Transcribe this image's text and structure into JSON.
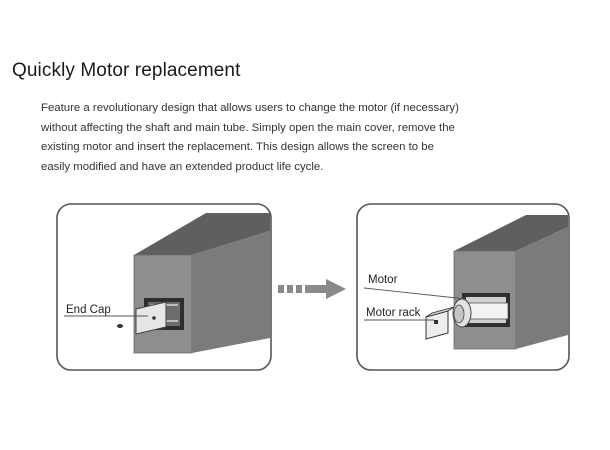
{
  "title": "Quickly Motor replacement",
  "description": [
    "Feature a revolutionary design that allows users to change the motor (if necessary)",
    "without affecting the shaft and main tube. Simply open the main cover, remove the",
    "existing motor and insert the replacement. This design allows the screen to be",
    "easily modified and have an extended product life cycle."
  ],
  "left_figure": {
    "label_end_cap": "End Cap"
  },
  "right_figure": {
    "label_motor": "Motor",
    "label_motor_rack": "Motor rack"
  },
  "colors": {
    "box_front": "#8b8b8b",
    "box_top": "#636363",
    "box_side": "#7a7a7a",
    "frame": "#555555",
    "arrow": "#8a8a8a"
  }
}
